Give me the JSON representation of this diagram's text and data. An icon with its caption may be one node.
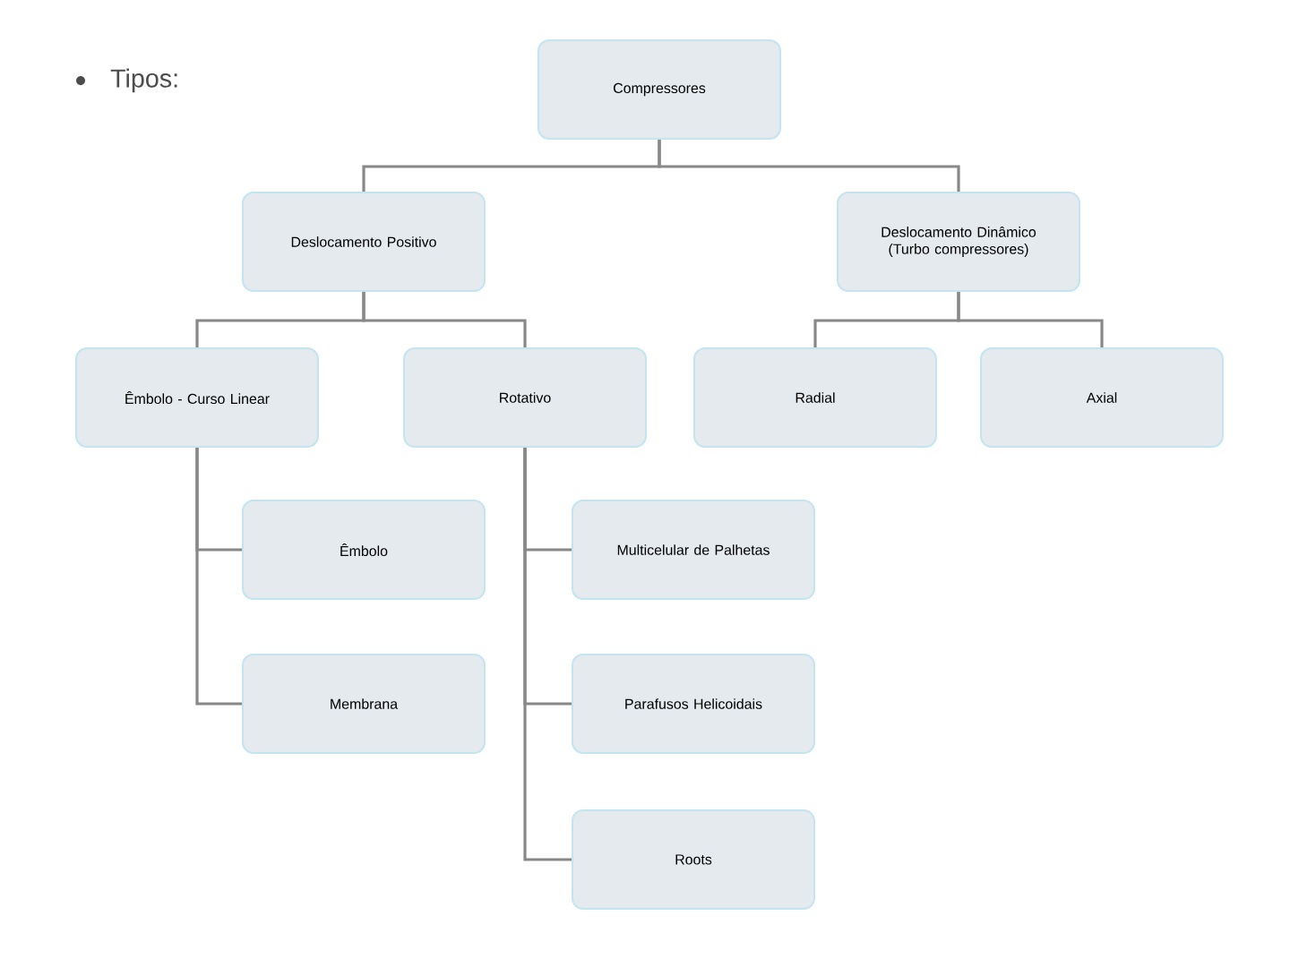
{
  "diagram": {
    "title": "Tipos:",
    "nodes": [
      {
        "text": [
          "Compressores"
        ]
      },
      {
        "text": [
          "Deslocamento Positivo"
        ]
      },
      {
        "text": [
          "Deslocamento Dinâmico (Turbo compressores)"
        ]
      },
      {
        "text": [
          "Êmbolo - Curso Linear"
        ]
      },
      {
        "text": [
          "Rotativo"
        ]
      },
      {
        "text": [
          "Radial"
        ]
      },
      {
        "text": [
          "Axial"
        ]
      },
      {
        "text": [
          "Êmbolo"
        ]
      },
      {
        "text": [
          "Membrana"
        ]
      },
      {
        "text": [
          "Multicelular de Palhetas"
        ]
      },
      {
        "text": [
          "Parafusos Helicoidais"
        ]
      },
      {
        "text": [
          "Roots"
        ]
      }
    ],
    "edges": [
      {
        "from": 0,
        "to": 1,
        "arrow": "none"
      },
      {
        "from": 0,
        "to": 2,
        "arrow": "none"
      },
      {
        "from": 1,
        "to": 3,
        "arrow": "none"
      },
      {
        "from": 1,
        "to": 4,
        "arrow": "none"
      },
      {
        "from": 2,
        "to": 5,
        "arrow": "none"
      },
      {
        "from": 2,
        "to": 6,
        "arrow": "none"
      },
      {
        "from": 3,
        "to": 7,
        "arrow": "none"
      },
      {
        "from": 3,
        "to": 8,
        "arrow": "none"
      },
      {
        "from": 4,
        "to": 9,
        "arrow": "none"
      },
      {
        "from": 4,
        "to": 10,
        "arrow": "none"
      },
      {
        "from": 4,
        "to": 11,
        "arrow": "none"
      }
    ]
  }
}
